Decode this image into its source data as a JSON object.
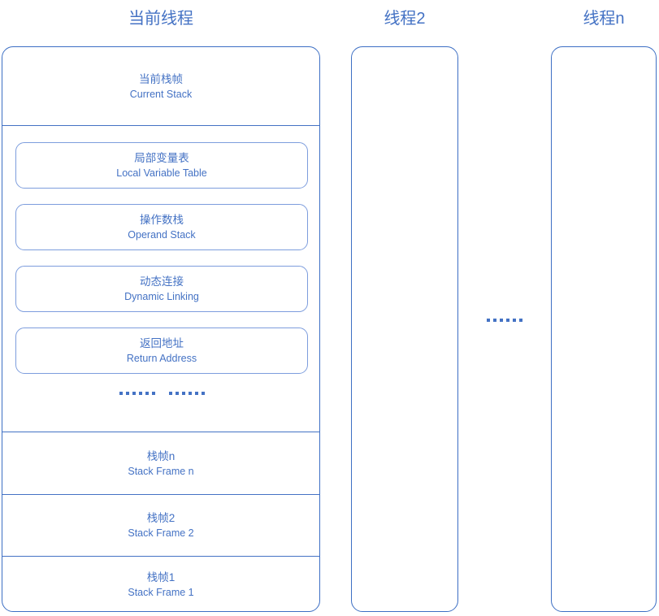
{
  "diagram": {
    "title_color": "#4472c4",
    "border_color": "#3d6fc4",
    "inner_border_color": "#7d9ddd",
    "background": "#ffffff"
  },
  "columns": [
    {
      "id": "current-thread",
      "title": "当前线程"
    },
    {
      "id": "thread-2",
      "title": "线程2"
    },
    {
      "id": "thread-n",
      "title": "线程n"
    }
  ],
  "current_thread": {
    "sections": [
      {
        "id": "current-stack",
        "cn": "当前栈帧",
        "en": "Current Stack"
      },
      {
        "id": "frame-n",
        "cn": "栈帧n",
        "en": "Stack Frame n"
      },
      {
        "id": "frame-2",
        "cn": "栈帧2",
        "en": "Stack Frame 2"
      },
      {
        "id": "frame-1",
        "cn": "栈帧1",
        "en": "Stack Frame 1"
      }
    ],
    "frame_components": [
      {
        "id": "local-variable-table",
        "cn": "局部变量表",
        "en": "Local Variable Table"
      },
      {
        "id": "operand-stack",
        "cn": "操作数栈",
        "en": "Operand Stack"
      },
      {
        "id": "dynamic-linking",
        "cn": "动态连接",
        "en": "Dynamic Linking"
      },
      {
        "id": "return-address",
        "cn": "返回地址",
        "en": "Return Address"
      }
    ],
    "frames_ellipsis": "…… ……"
  },
  "threads_ellipsis": "……"
}
